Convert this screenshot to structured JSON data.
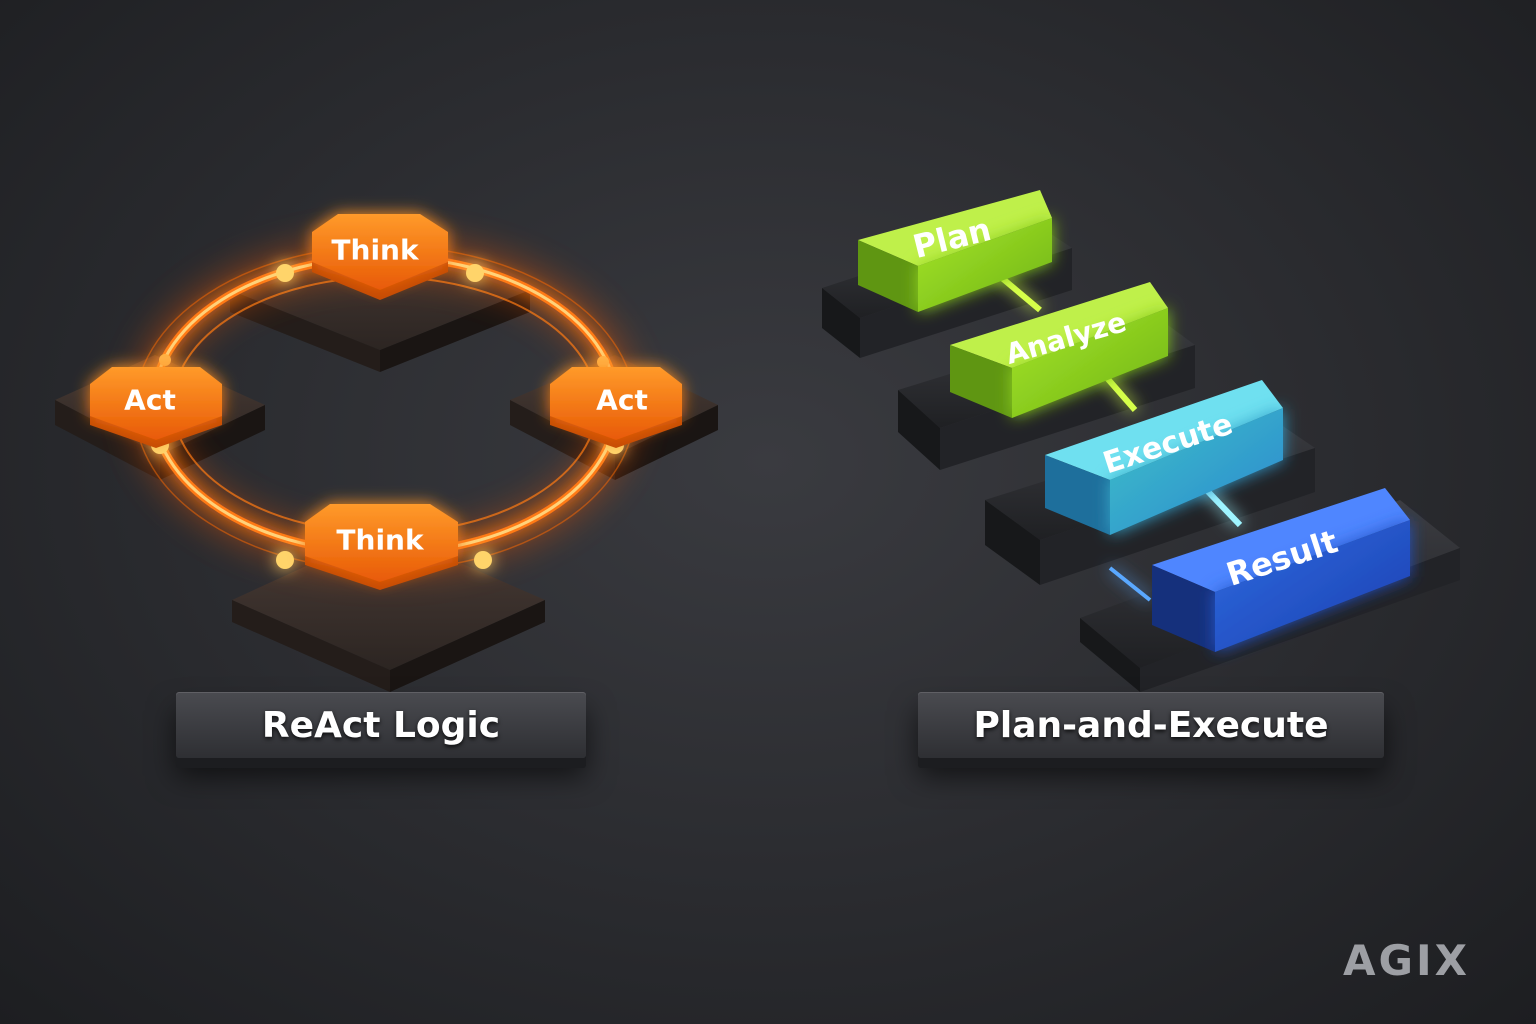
{
  "react": {
    "nodes": {
      "top": "Think",
      "left": "Act",
      "right": "Act",
      "bottom": "Think"
    },
    "caption": "ReAct Logic",
    "color": "#ff7a12"
  },
  "plan_execute": {
    "steps": [
      {
        "label": "Plan",
        "color": "#8ed31c"
      },
      {
        "label": "Analyze",
        "color": "#86cc1a"
      },
      {
        "label": "Execute",
        "color": "#33a3cf"
      },
      {
        "label": "Result",
        "color": "#2250c8"
      }
    ],
    "caption": "Plan-and-Execute"
  },
  "brand": "AGIX"
}
